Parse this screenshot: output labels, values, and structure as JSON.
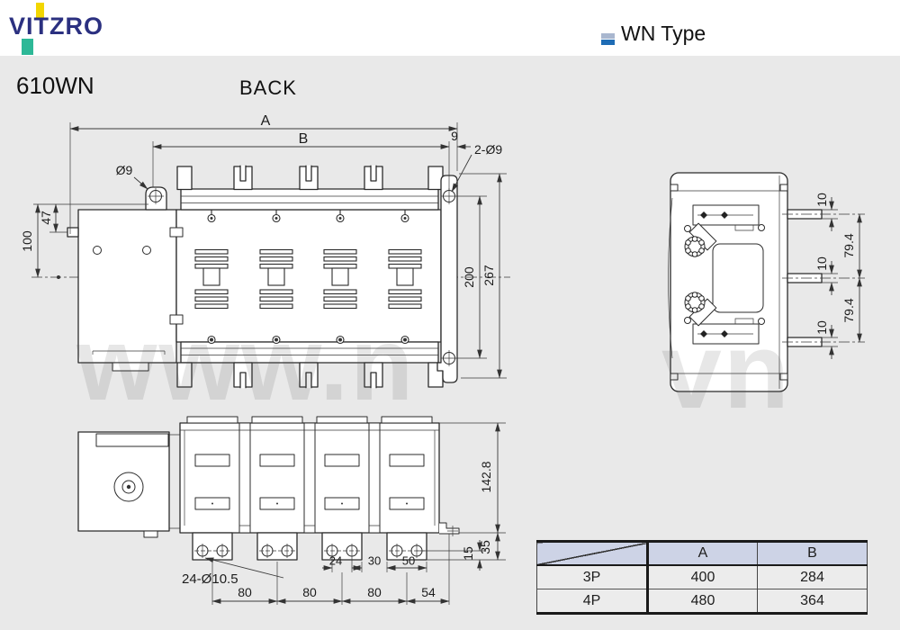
{
  "header": {
    "logo": "VITZRO",
    "type_label": "WN Type"
  },
  "title": {
    "model": "610WN",
    "view": "BACK"
  },
  "watermark": {
    "left": "www.n",
    "right": "vn"
  },
  "back_view": {
    "dim_a": "A",
    "dim_b": "B",
    "dim_9": "9",
    "dim_2_d9": "2-Ø9",
    "dim_d9": "Ø9",
    "dim_47": "47",
    "dim_100": "100",
    "dim_200": "200",
    "dim_267": "267"
  },
  "side_view": {
    "dim_pin_top": "10",
    "dim_pin_mid": "10",
    "dim_pin_bot": "10",
    "dim_gap_top": "79.4",
    "dim_gap_bot": "79.4"
  },
  "bottom_view": {
    "dim_height": "142.8",
    "dim_35": "35",
    "dim_15": "15",
    "dim_holes": "24-Ø10.5",
    "dim_24": "24",
    "dim_30": "30",
    "dim_50": "50",
    "dim_80_1": "80",
    "dim_80_2": "80",
    "dim_80_3": "80",
    "dim_54": "54"
  },
  "table": {
    "col_a": "A",
    "col_b": "B",
    "rows": [
      {
        "label": "3P",
        "a": "400",
        "b": "284"
      },
      {
        "label": "4P",
        "a": "480",
        "b": "364"
      }
    ]
  },
  "colors": {
    "page_bg": "#e9e9e9",
    "logo_navy": "#2b3080",
    "logo_yellow": "#f2d600",
    "logo_teal": "#2db897",
    "type_icon_top": "#a9b7cf",
    "type_icon_bottom": "#1e6cb5",
    "table_header_bg": "#cdd3e6"
  }
}
